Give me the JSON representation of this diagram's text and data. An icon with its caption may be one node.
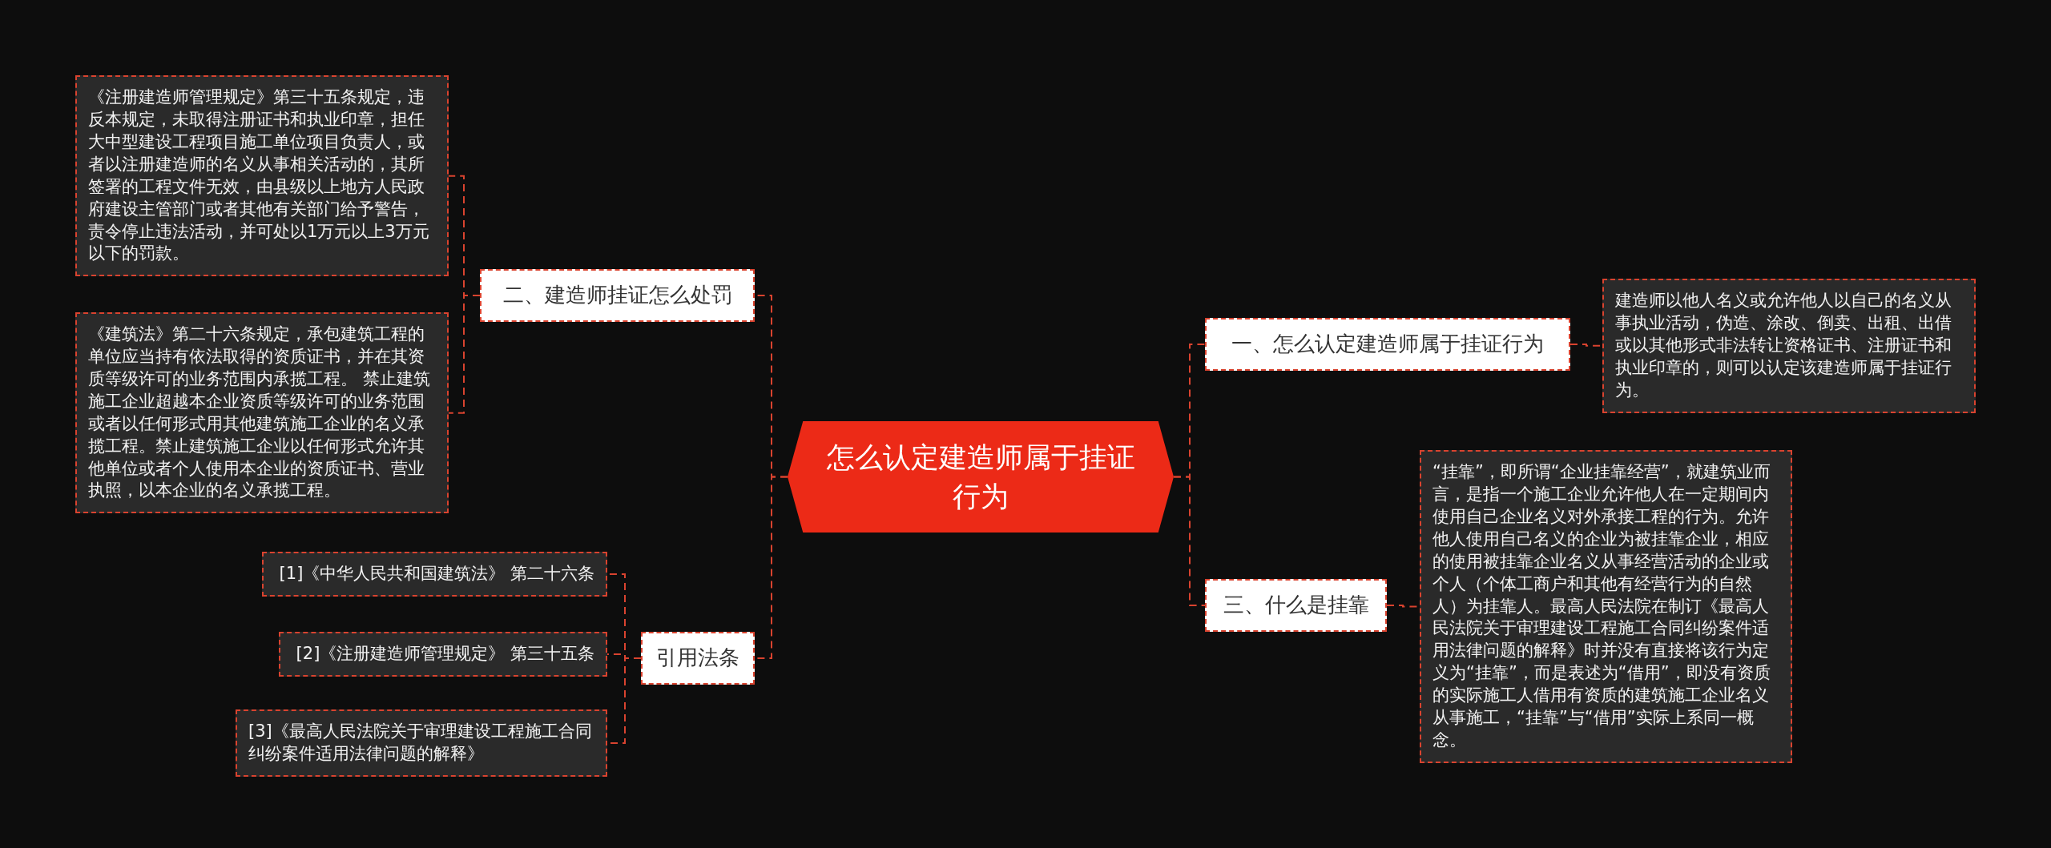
{
  "diagram": {
    "nodes": [
      {
        "text": [
          "怎么认定建造师属于挂证行为"
        ]
      },
      {
        "text": [
          "二、建造师挂证怎么处罚"
        ]
      },
      {
        "text": [
          "《注册建造师管理规定》第三十五条规定，违反本规定，未取得注册证书和执业印章，担任大中型建设工程项目施工单位项目负责人，或者以注册建造师的名义从事相关活动的，其所签署的工程文件无效，由县级以上地方人民政府建设主管部门或者其他有关部门给予警告，责令停止违法活动，并可处以1万元以上3万元以下的罚款。"
        ]
      },
      {
        "text": [
          "《建筑法》第二十六条规定，承包建筑工程的单位应当持有依法取得的资质证书，并在其资质等级许可的业务范围内承揽工程。 禁止建筑施工企业超越本企业资质等级许可的业务范围或者以任何形式用其他建筑施工企业的名义承揽工程。禁止建筑施工企业以任何形式允许其他单位或者个人使用本企业的资质证书、营业执照，以本企业的名义承揽工程。"
        ]
      },
      {
        "text": [
          "引用法条"
        ]
      },
      {
        "text": [
          "[1]《中华人民共和国建筑法》 第二十六条"
        ]
      },
      {
        "text": [
          "[2]《注册建造师管理规定》 第三十五条"
        ]
      },
      {
        "text": [
          "[3]《最高人民法院关于审理建设工程施工合同纠纷案件适用法律问题的解释》"
        ]
      },
      {
        "text": [
          "一、怎么认定建造师属于挂证行为"
        ]
      },
      {
        "text": [
          "建造师以他人名义或允许他人以自己的名义从事执业活动，伪造、涂改、倒卖、出租、出借或以其他形式非法转让资格证书、注册证书和执业印章的，则可以认定该建造师属于挂证行为。"
        ]
      },
      {
        "text": [
          "三、什么是挂靠"
        ]
      },
      {
        "text": [
          "“挂靠”，即所谓“企业挂靠经营”，就建筑业而言，是指一个施工企业允许他人在一定期间内使用自己企业名义对外承接工程的行为。允许他人使用自己名义的企业为被挂靠企业，相应的使用被挂靠企业名义从事经营活动的企业或个人（个体工商户和其他有经营行为的自然人）为挂靠人。最高人民法院在制订《最高人民法院关于审理建设工程施工合同纠纷案件适用法律问题的解释》时并没有直接将该行为定义为“挂靠”，而是表述为“借用”，即没有资质的实际施工人借用有资质的建筑施工企业名义从事施工，“挂靠”与“借用”实际上系同一概念。"
        ]
      }
    ],
    "edges": [
      {
        "from": 0,
        "to": 1,
        "arrow": "none",
        "style": "dashed"
      },
      {
        "from": 1,
        "to": 2,
        "arrow": "none",
        "style": "dashed"
      },
      {
        "from": 1,
        "to": 3,
        "arrow": "none",
        "style": "dashed"
      },
      {
        "from": 0,
        "to": 4,
        "arrow": "none",
        "style": "dashed"
      },
      {
        "from": 4,
        "to": 5,
        "arrow": "none",
        "style": "dashed"
      },
      {
        "from": 4,
        "to": 6,
        "arrow": "none",
        "style": "dashed"
      },
      {
        "from": 4,
        "to": 7,
        "arrow": "none",
        "style": "dashed"
      },
      {
        "from": 0,
        "to": 8,
        "arrow": "none",
        "style": "dashed"
      },
      {
        "from": 8,
        "to": 9,
        "arrow": "none",
        "style": "dashed"
      },
      {
        "from": 0,
        "to": 10,
        "arrow": "none",
        "style": "dashed"
      },
      {
        "from": 10,
        "to": 11,
        "arrow": "none",
        "style": "dashed"
      }
    ]
  }
}
